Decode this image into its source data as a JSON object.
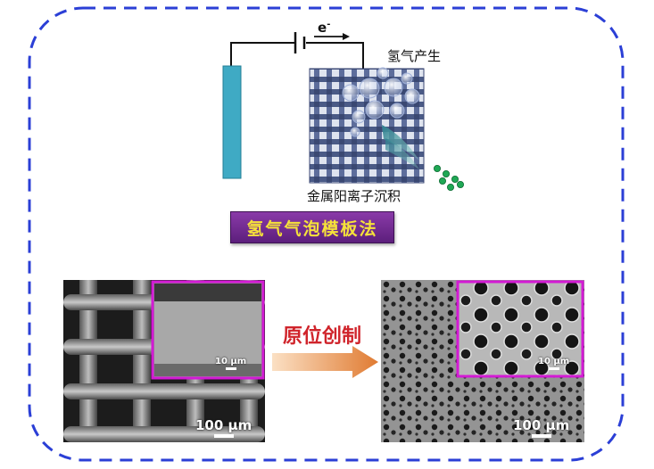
{
  "diagram": {
    "electron_label": "e",
    "electron_superscript": "-",
    "label_hydrogen": "氢气产生",
    "label_deposition": "金属阳离子沉积",
    "method_title": "氢气气泡模板法",
    "arrow_label": "原位创制"
  },
  "sem_left": {
    "scale_main": "100 µm",
    "scale_inset": "10 µm"
  },
  "sem_right": {
    "scale_main": "100 µm",
    "scale_inset": "10 µm"
  },
  "colors": {
    "frame": "#2b3fd6",
    "electrode": "#3faac4",
    "mesh": "#4a5a86",
    "particles": "#1fa855",
    "method_bg": "#6e2a92",
    "method_text": "#f6e23a",
    "arrow_label": "#d0242b",
    "arrow_fill": "#e07b32",
    "inset_border": "#d31ad4"
  }
}
